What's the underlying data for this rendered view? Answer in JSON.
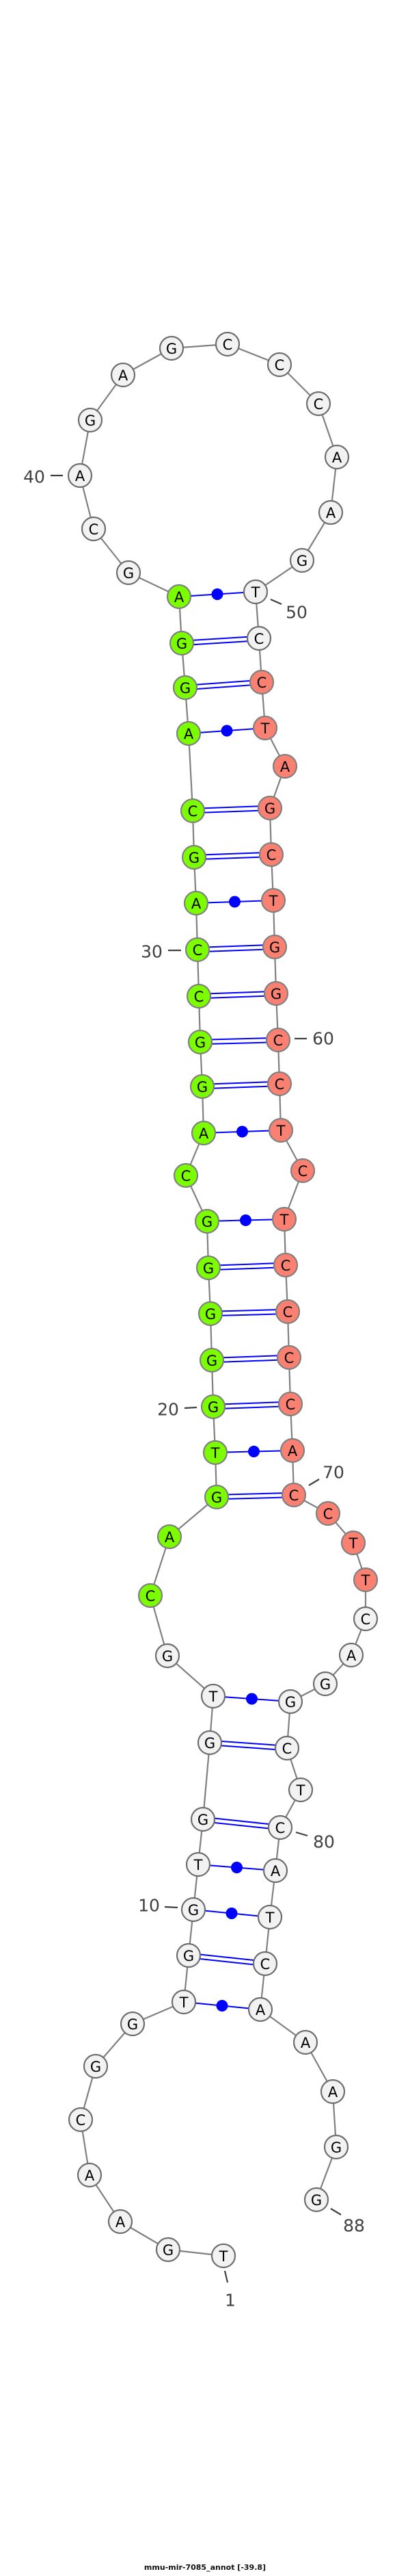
{
  "title": "mmu-mir-7085_annot [-39.8]",
  "sequence": "TGAACGGTGGTGGTGCAGTGGGGGCAGGCCAGCAGGAGCAGAGCCCAAGTCCTAGCTGGCCTCTCCCCACCTTCAGGCTCATCAAAGG",
  "highlight": {
    "green_range": [
      16,
      37
    ],
    "red_range": [
      52,
      73
    ]
  },
  "pairs": [
    [
      8,
      84
    ],
    [
      9,
      83
    ],
    [
      10,
      82
    ],
    [
      11,
      81
    ],
    [
      12,
      80
    ],
    [
      13,
      78
    ],
    [
      14,
      77
    ],
    [
      18,
      70
    ],
    [
      19,
      69
    ],
    [
      20,
      68
    ],
    [
      21,
      67
    ],
    [
      22,
      66
    ],
    [
      23,
      65
    ],
    [
      24,
      64
    ],
    [
      26,
      62
    ],
    [
      27,
      61
    ],
    [
      28,
      60
    ],
    [
      29,
      59
    ],
    [
      30,
      58
    ],
    [
      31,
      57
    ],
    [
      32,
      56
    ],
    [
      33,
      55
    ],
    [
      34,
      53
    ],
    [
      35,
      52
    ],
    [
      36,
      51
    ],
    [
      37,
      50
    ]
  ],
  "number_labels": [
    "1",
    "10",
    "20",
    "30",
    "40",
    "50",
    "60",
    "70",
    "80",
    "88"
  ],
  "colors": {
    "green": "#7cfc00",
    "red": "#fa8072",
    "plain": "#f2f2f2",
    "node_stroke": "#6e6e6e",
    "backbone": "#808080",
    "pair": "#0000ff",
    "label": "#404040"
  }
}
